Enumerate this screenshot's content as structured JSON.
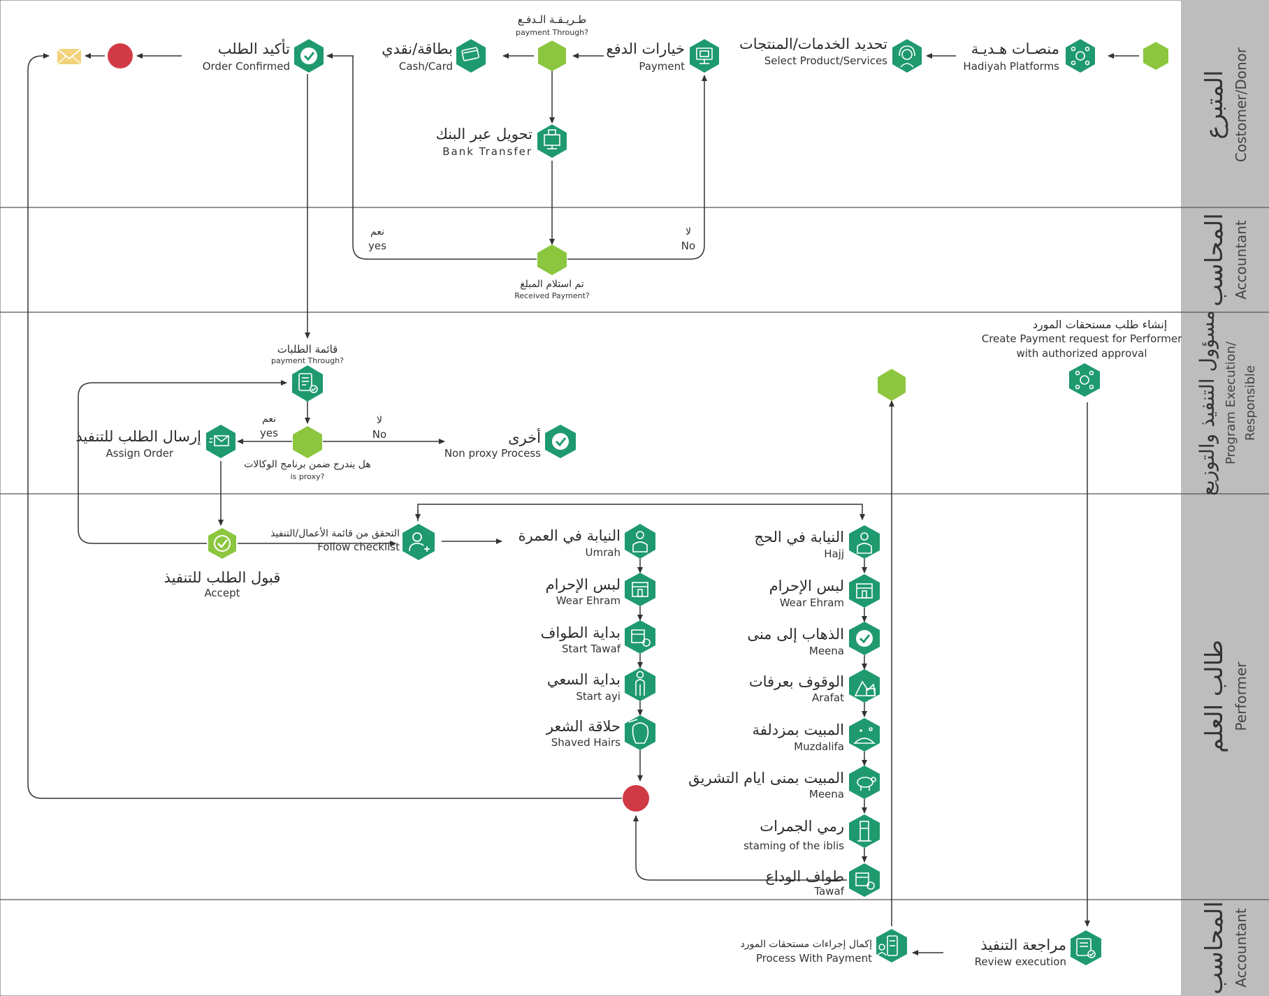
{
  "colors": {
    "node": "#1f9a6e",
    "gateway": "#8cc63f",
    "end": "#d03a45",
    "lane_header": "#b8b8b8",
    "envelope": "#f2d27a"
  },
  "lanes": [
    {
      "id": "customer",
      "ar": "المتبرع",
      "en": "Costomer/Donor"
    },
    {
      "id": "accountant1",
      "ar": "المحاسب",
      "en": "Accountant"
    },
    {
      "id": "program",
      "ar": "مسؤول التنفيذ والتوزيع",
      "en1": "Program Execution/",
      "en2": "Responsible"
    },
    {
      "id": "performer",
      "ar": "طالب العلم",
      "en": "Performer"
    },
    {
      "id": "accountant2",
      "ar": "المحاسب",
      "en": "Accountant"
    }
  ],
  "nodes": {
    "hadiyah": {
      "ar": "منصـات هـديـة",
      "en": "Hadiyah Platforms",
      "icon": "platforms-icon"
    },
    "select": {
      "ar": "تحديد الخدمات/المنتجات",
      "en": "Select Product/Services",
      "icon": "support-agent-icon"
    },
    "payment": {
      "ar": "خيارات الدفع",
      "en": "Payment",
      "icon": "monitor-payment-icon"
    },
    "gateway_payment": {
      "ar": "طـريـقـة الـدفـع",
      "en": "payment Through?"
    },
    "cashcard": {
      "ar": "بطاقة/نقدي",
      "en": "Cash/Card",
      "icon": "card-icon"
    },
    "confirm": {
      "ar": "تأكيد الطلب",
      "en": "Order Confirmed",
      "icon": "check-badge-icon"
    },
    "bank": {
      "ar": "تحويل عبر البنك",
      "en": "Bank Transfer",
      "icon": "bank-transfer-icon"
    },
    "received": {
      "ar": "تم استلام المبلغ",
      "en": "Received Payment?",
      "yes_ar": "نعم",
      "yes_en": "yes",
      "no_ar": "لا",
      "no_en": "No"
    },
    "orders_list": {
      "ar": "قائمة الطلبات",
      "en": "payment Through?",
      "icon": "order-list-icon"
    },
    "proxy": {
      "ar": "هل يندرج ضمن برنامج الوكالات",
      "en": "is proxy?",
      "yes_ar": "نعم",
      "yes_en": "yes",
      "no_ar": "لا",
      "no_en": "No"
    },
    "assign": {
      "ar": "إرسال الطلب للتنفيذ",
      "en": "Assign Order",
      "icon": "send-mail-icon"
    },
    "other": {
      "ar": "أخرى",
      "en": "Non proxy Process",
      "icon": "check-badge-icon"
    },
    "create_payment": {
      "ar": "إنشاء طلب مستحقات المورد",
      "en1": "Create Payment request for Performer",
      "en2": "with authorized approval",
      "icon": "network-icon"
    },
    "accept": {
      "ar": "قبول الطلب للتنفيذ",
      "en": "Accept",
      "icon": "accept-badge-icon"
    },
    "checklist": {
      "ar": "التحقق من قائمة الأعمال/التنفيذ",
      "en": "Follow checklist",
      "icon": "user-add-icon"
    },
    "umrah": {
      "ar": "النيابة في العمرة",
      "en": "Umrah",
      "icon": "pilgrim-icon"
    },
    "u_ehram": {
      "ar": "لبس الإحرام",
      "en": "Wear Ehram",
      "icon": "kaaba-icon"
    },
    "u_tawaf": {
      "ar": "بداية الطواف",
      "en": "Start Tawaf",
      "icon": "tawaf-icon"
    },
    "u_sai": {
      "ar": "بداية السعي",
      "en": "Start ayi",
      "icon": "walker-icon"
    },
    "u_hair": {
      "ar": "حلاقة الشعر",
      "en": "Shaved Hairs",
      "icon": "shave-icon"
    },
    "hajj": {
      "ar": "النيابة في الحج",
      "en": "Hajj",
      "icon": "pilgrim-icon"
    },
    "h_ehram": {
      "ar": "لبس الإحرام",
      "en": "Wear Ehram",
      "icon": "kaaba-icon"
    },
    "h_meena": {
      "ar": "الذهاب إلى منى",
      "en": "Meena",
      "icon": "check-badge-icon"
    },
    "h_arafat": {
      "ar": "الوقوف بعرفات",
      "en": "Arafat",
      "icon": "mountain-icon"
    },
    "h_muzdalifa": {
      "ar": "المبيت بمزدلفة",
      "en": "Muzdalifa",
      "icon": "camp-icon"
    },
    "h_meena2": {
      "ar": "المبيت بمنى ايام التشريق",
      "en": "Meena",
      "icon": "sheep-icon"
    },
    "h_jamarat": {
      "ar": "رمي الجمرات",
      "en": "staming of the iblis",
      "icon": "pillar-icon"
    },
    "h_tawaf": {
      "ar": "طواف الوداع",
      "en": "Tawaf",
      "icon": "tawaf-icon"
    },
    "review": {
      "ar": "مراجعة التنفيذ",
      "en": "Review execution",
      "icon": "review-icon"
    },
    "process_payment": {
      "ar": "إكمال إجراءات مستحقات المورد",
      "en": "Process With Payment",
      "icon": "payment-process-icon"
    }
  }
}
